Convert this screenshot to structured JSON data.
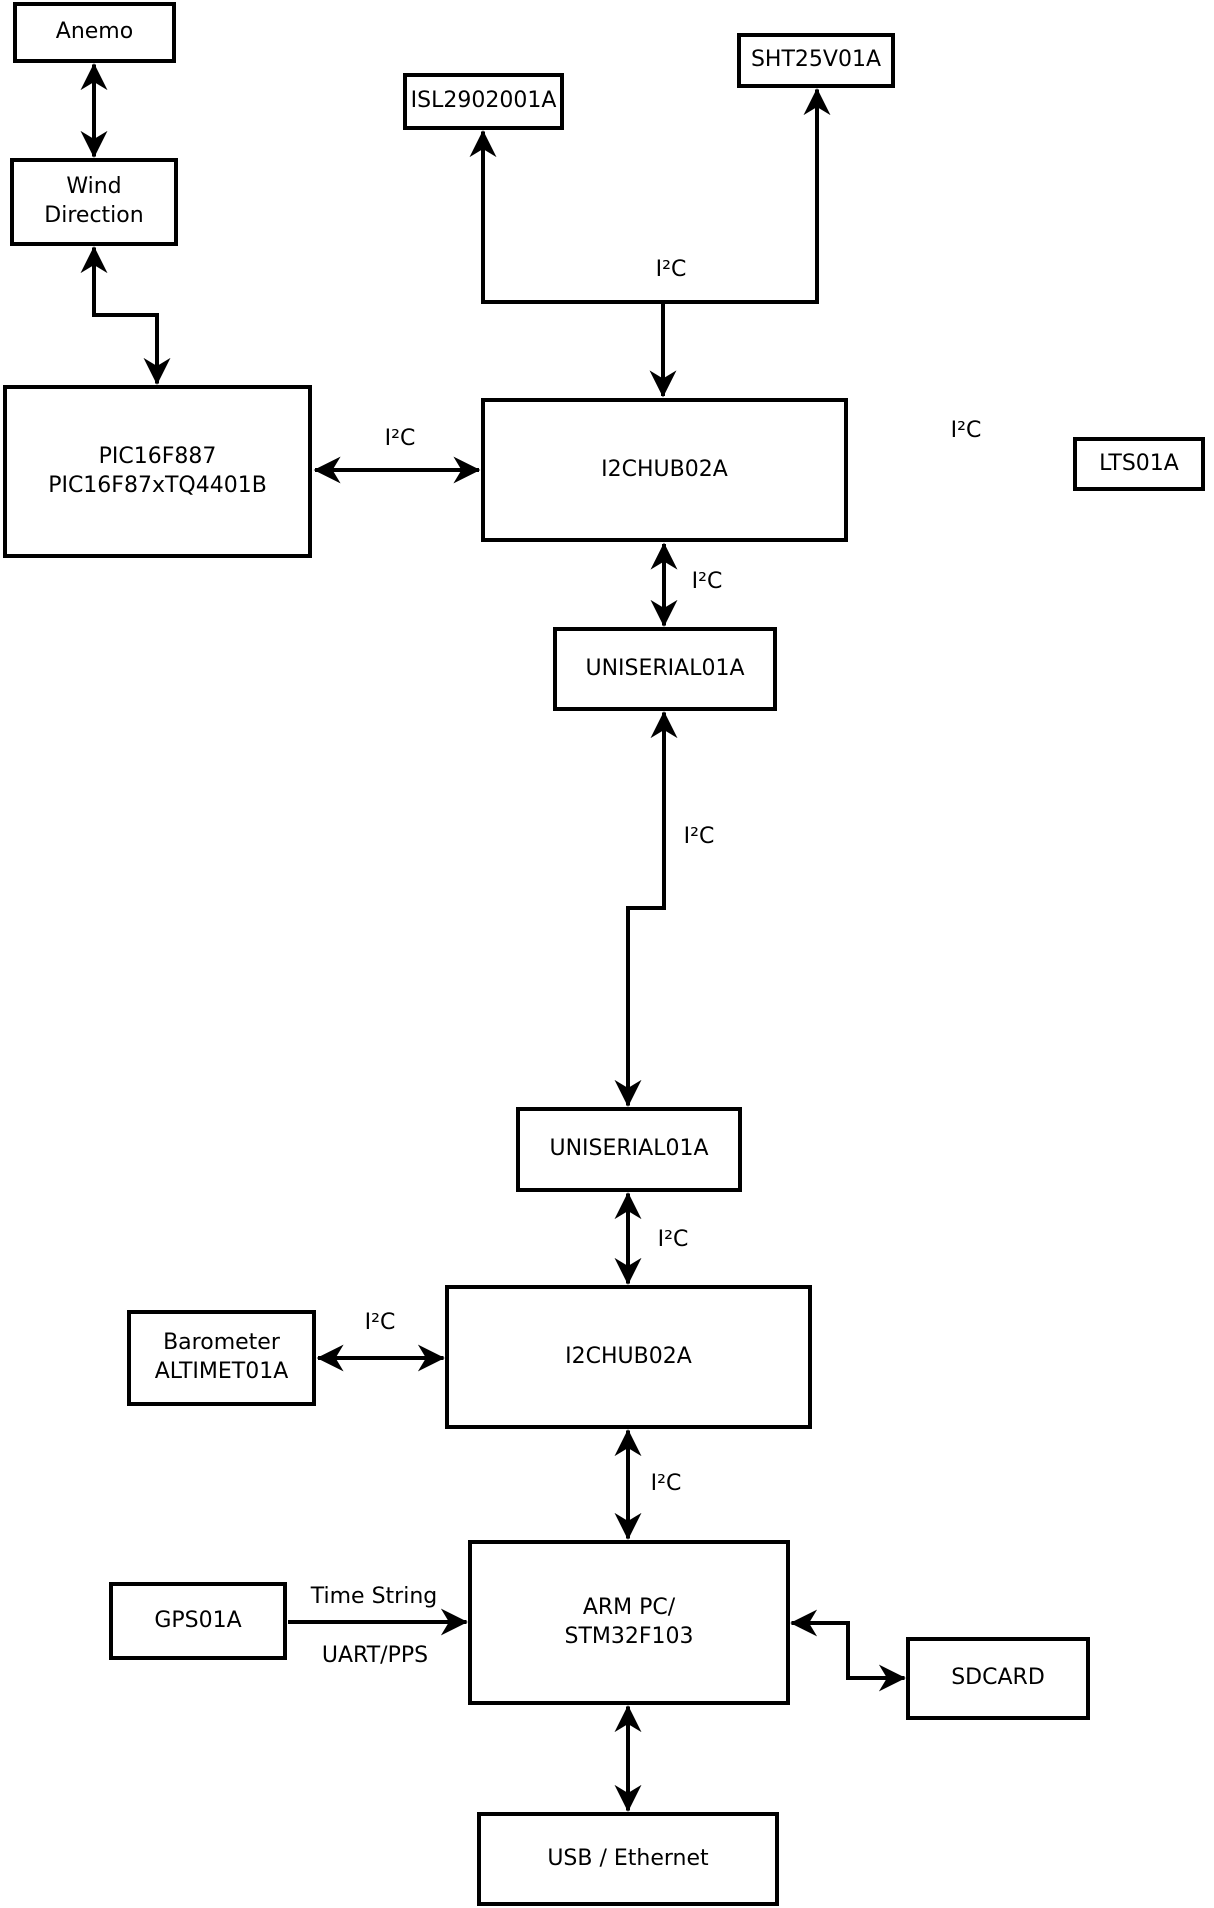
{
  "diagram": {
    "boxes": {
      "anemo": {
        "label": "Anemo"
      },
      "wind_direction": {
        "label": "Wind\nDirection"
      },
      "pic": {
        "label": "PIC16F887\nPIC16F87xTQ4401B"
      },
      "isl": {
        "label": "ISL2902001A"
      },
      "sht": {
        "label": "SHT25V01A"
      },
      "i2chub_top": {
        "label": "I2CHUB02A"
      },
      "lts": {
        "label": "LTS01A"
      },
      "uniserial_top": {
        "label": "UNISERIAL01A"
      },
      "uniserial_bottom": {
        "label": "UNISERIAL01A"
      },
      "i2chub_bottom": {
        "label": "I2CHUB02A"
      },
      "barometer": {
        "label": "Barometer\nALTIMET01A"
      },
      "arm": {
        "label": "ARM PC/\nSTM32F103"
      },
      "gps": {
        "label": "GPS01A"
      },
      "sdcard": {
        "label": "SDCARD"
      },
      "usb": {
        "label": "USB / Ethernet"
      }
    },
    "edge_labels": {
      "bus_top": "I²C",
      "pic_hub": "I²C",
      "hub_lts": "I²C",
      "hub_uniserial": "I²C",
      "uniserial_long": "I²C",
      "uniserial_hub2": "I²C",
      "baro_hub2": "I²C",
      "hub2_arm": "I²C",
      "gps_arm_top": "Time String",
      "gps_arm_bottom": "UART/PPS"
    },
    "colors": {
      "line": "#000000",
      "box_fill": "#ffffff",
      "background": "#ffffff"
    }
  }
}
